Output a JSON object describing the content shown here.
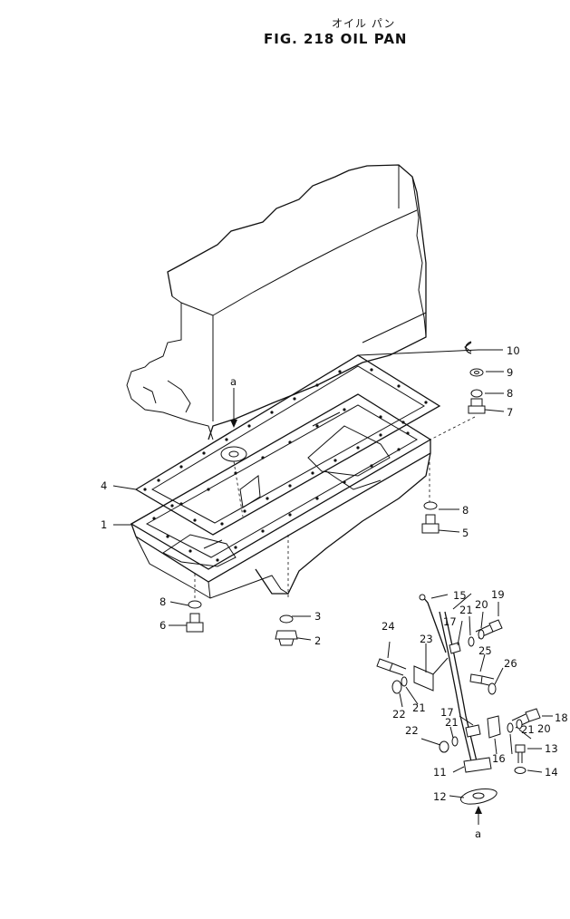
{
  "header": {
    "subtitle": "オイル パン",
    "title": "FIG. 218  OIL  PAN"
  },
  "callouts": {
    "c1": "1",
    "c2": "2",
    "c3": "3",
    "c4": "4",
    "c5": "5",
    "c6": "6",
    "c7": "7",
    "c8a": "8",
    "c8b": "8",
    "c8c": "8",
    "c9": "9",
    "c10": "10",
    "c11": "11",
    "c12": "12",
    "c13": "13",
    "c14": "14",
    "c15": "15",
    "c16": "16",
    "c17a": "17",
    "c17b": "17",
    "c18": "18",
    "c19": "19",
    "c20a": "20",
    "c20b": "20",
    "c21a": "21",
    "c21b": "21",
    "c21c": "21",
    "c21d": "21",
    "c22a": "22",
    "c22b": "22",
    "c23": "23",
    "c24": "24",
    "c25": "25",
    "c26": "26",
    "ref_a_top": "a",
    "ref_a_bottom": "a"
  }
}
